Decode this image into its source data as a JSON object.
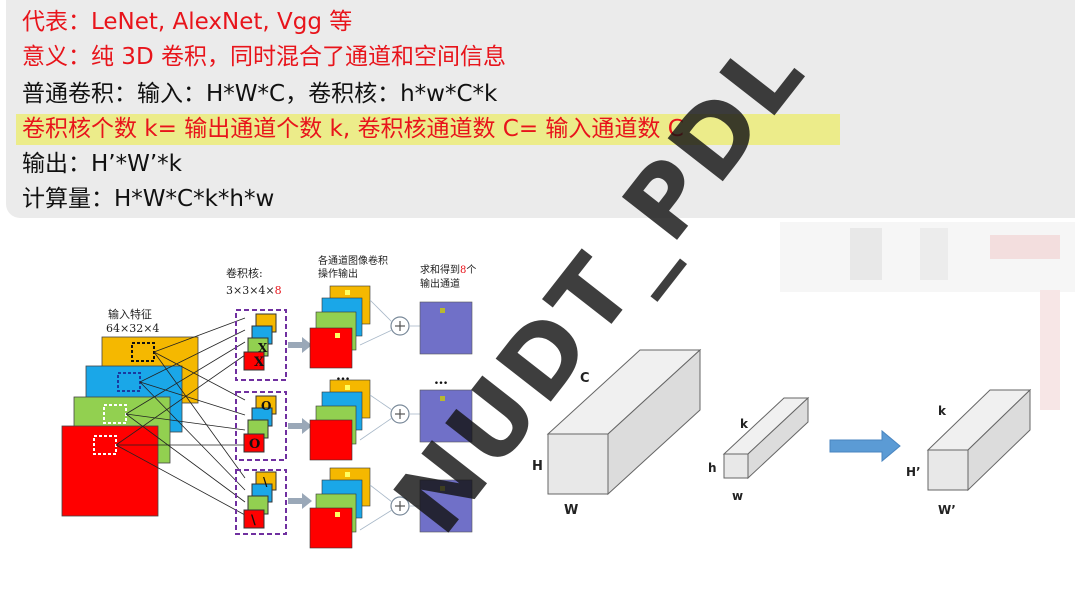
{
  "slide": {
    "lines": [
      {
        "text": "代表：LeNet, AlexNet, Vgg 等"
      },
      {
        "text": "意义：纯 3D 卷积，同时混合了通道和空间信息"
      },
      {
        "text": "普通卷积：输入：H*W*C，卷积核：h*w*C*k"
      },
      {
        "text": "卷积核个数 k= 输出通道个数 k, 卷积核通道数 C= 输入通道数 C"
      },
      {
        "text": "输出：H’*W’*k"
      },
      {
        "text": "计算量：H*W*C*k*h*w"
      }
    ],
    "watermark": "NUDT_PDL"
  },
  "figure_left": {
    "input_label_1": "输入特征",
    "input_label_2": "64×32×4",
    "kernel_label_1": "卷积核:",
    "kernel_label_2": "3×3×4×",
    "kernel_count": "8",
    "channel_out_label_1": "各通道图像卷积",
    "channel_out_label_2": "操作输出",
    "sum_label_1": "求和得到",
    "sum_count": "8",
    "sum_label_1b": "个",
    "sum_label_2": "输出通道",
    "kernel_letters": [
      "X",
      "O",
      "\\"
    ]
  },
  "figure_right": {
    "input_C": "C",
    "input_H": "H",
    "input_W": "W",
    "kernel_k": "k",
    "kernel_h": "h",
    "kernel_w": "w",
    "output_k": "k",
    "output_H": "H’",
    "output_W": "W’"
  },
  "colors": {
    "red": "#e8141b",
    "highlight": "#ecec8a",
    "panel": "#ebebeb",
    "orange": "#f5b800",
    "blue": "#1aa7e8",
    "green": "#92d050",
    "feature_red": "#ff0000",
    "purple": "#7070c8",
    "arrow_blue": "#5b9bd5"
  }
}
